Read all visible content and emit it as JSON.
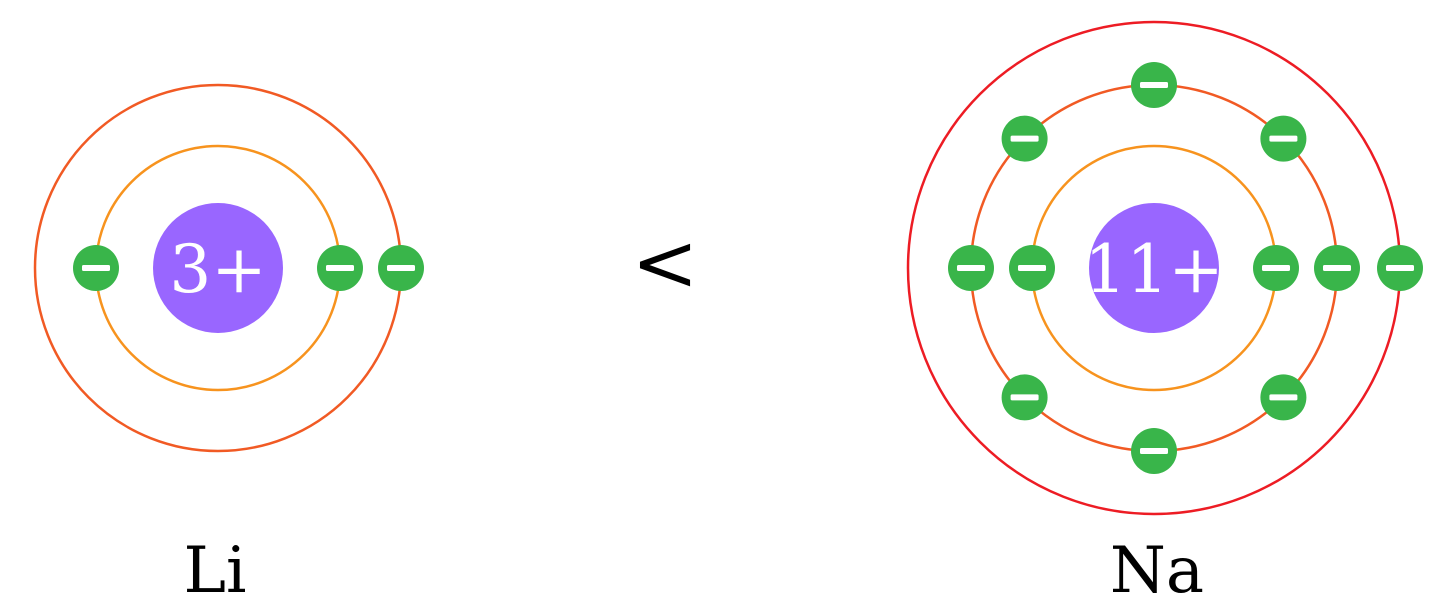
{
  "colors": {
    "nucleus": "#9966ff",
    "electron": "#39b54a",
    "shells": [
      "#f7931e",
      "#f15a24",
      "#ed1c24"
    ]
  },
  "comparison_symbol": "<",
  "atoms": [
    {
      "symbol": "Li",
      "charge": "3+",
      "shells": [
        2,
        1
      ]
    },
    {
      "symbol": "Na",
      "charge": "11+",
      "shells": [
        2,
        8,
        1
      ]
    }
  ]
}
